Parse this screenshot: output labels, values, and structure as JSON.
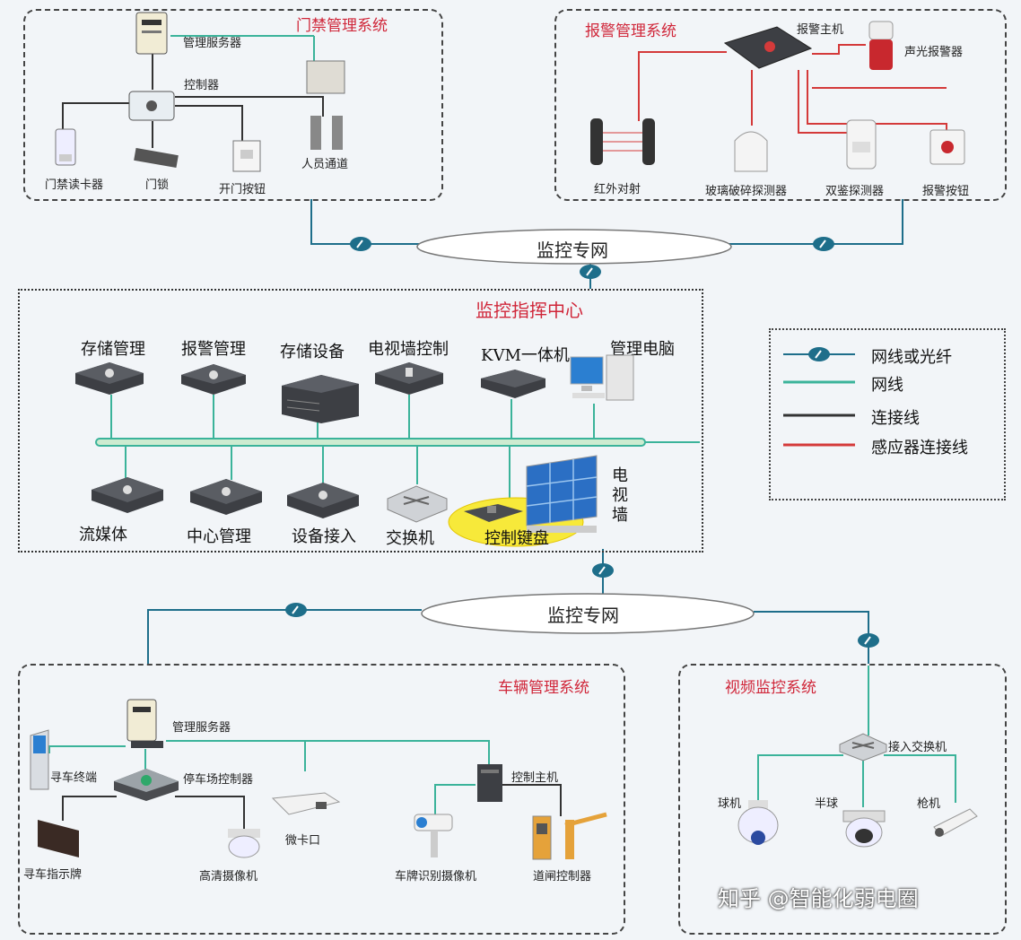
{
  "access_system": {
    "title": "门禁管理系统",
    "server": "管理服务器",
    "controller": "控制器",
    "card_reader": "门禁读卡器",
    "lock": "门锁",
    "open_button": "开门按钮",
    "turnstile": "人员通道"
  },
  "alarm_system": {
    "title": "报警管理系统",
    "host": "报警主机",
    "siren": "声光报警器",
    "infrared": "红外对射",
    "glass_detector": "玻璃破碎探测器",
    "dual_detector": "双鉴探测器",
    "alarm_button": "报警按钮"
  },
  "network": {
    "top_label": "监控专网",
    "bottom_label": "监控专网"
  },
  "command_center": {
    "title": "监控指挥中心",
    "top_devices": [
      "存储管理",
      "报警管理",
      "存储设备",
      "电视墙控制",
      "KVM一体机",
      "管理电脑"
    ],
    "bottom_devices": [
      "流媒体",
      "中心管理",
      "设备接入",
      "交换机",
      "控制键盘"
    ],
    "tv_wall": "电视墙"
  },
  "legend": {
    "items": [
      "网线或光纤",
      "网线",
      "连接线",
      "感应器连接线"
    ],
    "colors": [
      "#1e6e8a",
      "#3bb39a",
      "#333333",
      "#d43a3a"
    ]
  },
  "vehicle_system": {
    "title": "车辆管理系统",
    "server": "管理服务器",
    "terminal": "寻车终端",
    "parking_controller": "停车场控制器",
    "control_host": "控制主机",
    "bayonet": "微卡口",
    "guide_sign": "寻车指示牌",
    "hd_camera": "高清摄像机",
    "plate_camera": "车牌识别摄像机",
    "gate_controller": "道闸控制器"
  },
  "video_system": {
    "title": "视频监控系统",
    "switch": "接入交换机",
    "dome": "球机",
    "half_dome": "半球",
    "bullet": "枪机"
  },
  "watermark": "知乎 @智能化弱电圈"
}
